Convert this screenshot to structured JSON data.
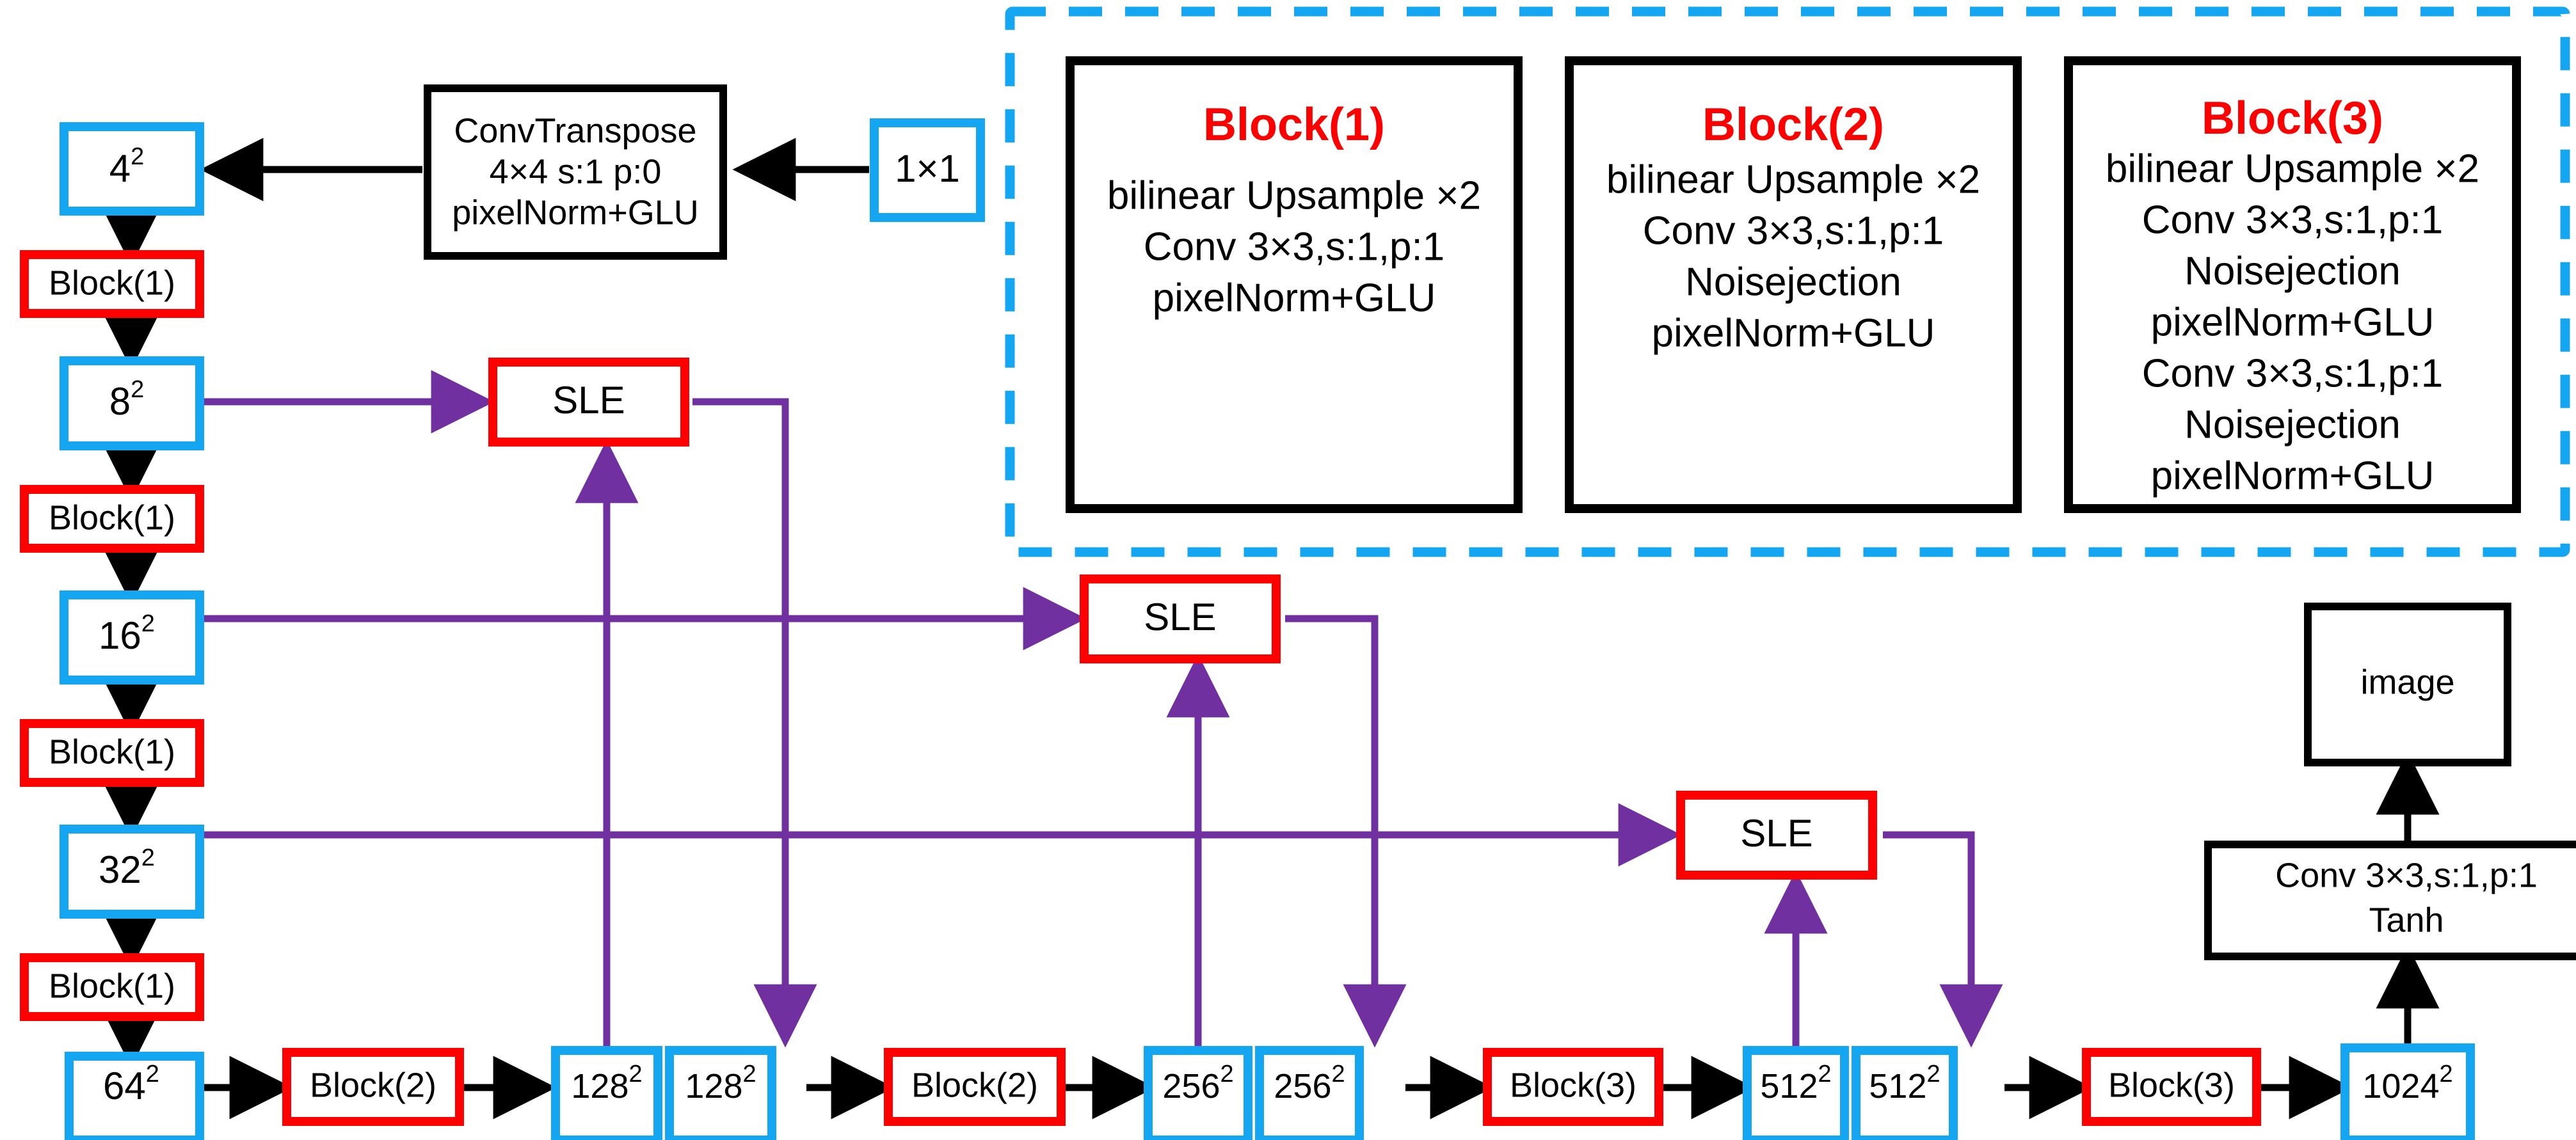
{
  "diagram": {
    "title": "FastGAN-style generator architecture",
    "colors": {
      "resolution_node_border": "#14A6F0",
      "block_node_border": "#FF0000",
      "plain_node_border": "#000000",
      "skip_edge": "#7030A0",
      "main_edge": "#000000",
      "legend_title": "#FF0000",
      "legend_group_border": "#14A6F0"
    }
  },
  "input": {
    "label": "1×1",
    "type": "resolution-node"
  },
  "convtranspose": {
    "lines": [
      "ConvTranspose",
      "4×4 s:1 p:0",
      "pixelNorm+GLU"
    ]
  },
  "left_column": [
    {
      "label": "4",
      "sup": "2",
      "type": "resolution-node"
    },
    {
      "label": "Block(1)",
      "type": "block-node"
    },
    {
      "label": "8",
      "sup": "2",
      "type": "resolution-node"
    },
    {
      "label": "Block(1)",
      "type": "block-node"
    },
    {
      "label": "16",
      "sup": "2",
      "type": "resolution-node"
    },
    {
      "label": "Block(1)",
      "type": "block-node"
    },
    {
      "label": "32",
      "sup": "2",
      "type": "resolution-node"
    },
    {
      "label": "Block(1)",
      "type": "block-node"
    }
  ],
  "bottom_row": [
    {
      "label": "64",
      "sup": "2",
      "type": "resolution-node"
    },
    {
      "label": "Block(2)",
      "type": "block-node"
    },
    {
      "label": "128",
      "sup": "2",
      "type": "resolution-node"
    },
    {
      "label": "128",
      "sup": "2",
      "type": "resolution-node"
    },
    {
      "label": "Block(2)",
      "type": "block-node"
    },
    {
      "label": "256",
      "sup": "2",
      "type": "resolution-node"
    },
    {
      "label": "256",
      "sup": "2",
      "type": "resolution-node"
    },
    {
      "label": "Block(3)",
      "type": "block-node"
    },
    {
      "label": "512",
      "sup": "2",
      "type": "resolution-node"
    },
    {
      "label": "512",
      "sup": "2",
      "type": "resolution-node"
    },
    {
      "label": "Block(3)",
      "type": "block-node"
    },
    {
      "label": "1024",
      "sup": "2",
      "type": "resolution-node"
    }
  ],
  "sle_nodes": [
    {
      "label": "SLE",
      "from": "8²",
      "skip_from": "128²",
      "to": "128²"
    },
    {
      "label": "SLE",
      "from": "16²",
      "skip_from": "256²",
      "to": "256²"
    },
    {
      "label": "SLE",
      "from": "32²",
      "skip_from": "512²",
      "to": "512²"
    }
  ],
  "output_head": {
    "conv_lines": [
      "Conv 3×3,s:1,p:1",
      "Tanh"
    ],
    "image_label": "image"
  },
  "legend": {
    "blocks": [
      {
        "title": "Block(1)",
        "lines": [
          "bilinear Upsample ×2",
          "Conv 3×3,s:1,p:1",
          "pixelNorm+GLU"
        ]
      },
      {
        "title": "Block(2)",
        "lines": [
          "bilinear Upsample ×2",
          "Conv 3×3,s:1,p:1",
          "Noisejection",
          "pixelNorm+GLU"
        ]
      },
      {
        "title": "Block(3)",
        "lines": [
          "bilinear Upsample ×2",
          "Conv 3×3,s:1,p:1",
          "Noisejection",
          "pixelNorm+GLU",
          "Conv 3×3,s:1,p:1",
          "Noisejection",
          "pixelNorm+GLU"
        ]
      }
    ]
  }
}
